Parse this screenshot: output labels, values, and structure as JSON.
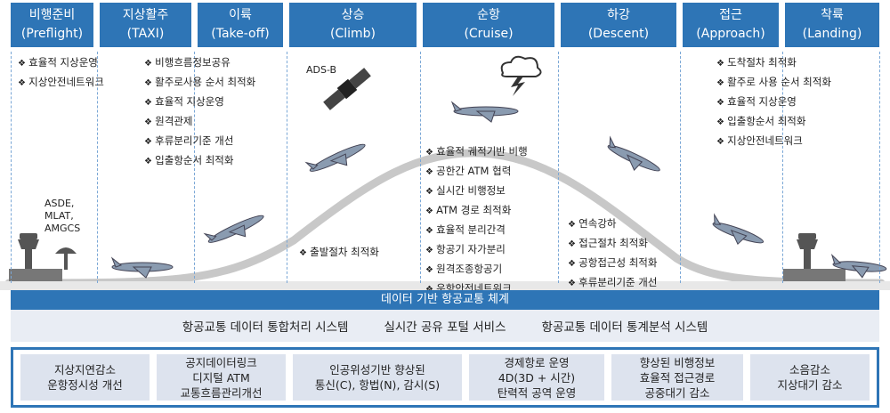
{
  "phases": [
    {
      "ko": "비행준비",
      "en": "(Preflight)"
    },
    {
      "ko": "지상활주",
      "en": "(TAXI)"
    },
    {
      "ko": "이륙",
      "en": "(Take-off)"
    },
    {
      "ko": "상승",
      "en": "(Climb)"
    },
    {
      "ko": "순항",
      "en": "(Cruise)"
    },
    {
      "ko": "하강",
      "en": "(Descent)"
    },
    {
      "ko": "접근",
      "en": "(Approach)"
    },
    {
      "ko": "착륙",
      "en": "(Landing)"
    }
  ],
  "features": {
    "preflight": [
      "효율적 지상운영",
      "지상안전네트워크"
    ],
    "taxi": [
      "비행흐름정보공유",
      "활주로사용 순서 최적화",
      "효율적 지상운영",
      "원격관제",
      "후류분리기준 개선",
      "입출항순서 최적화"
    ],
    "climb": [
      "출발절차 최적화"
    ],
    "cruise": [
      "효율적 궤적기반 비행",
      "공한간 ATM 협력",
      "실시간 비행정보",
      "ATM 경로 최적화",
      "효율적 분리간격",
      "항공기 자가분리",
      "원격조종항공기",
      "운항안전네트워크"
    ],
    "descent": [
      "연속강하",
      "접근절차 최적화",
      "공항접근성 최적화",
      "후류분리기준 개선"
    ],
    "approach": [
      "도착절차 최적화",
      "활주로 사용 순서 최적화",
      "효율적 지상운영",
      "입출항순서 최적화",
      "지상안전네트워크"
    ]
  },
  "labels": {
    "ads_b": "ADS-B",
    "ground_systems": [
      "ASDE,",
      "MLAT,",
      "AMGCS"
    ]
  },
  "band": "데이터 기반 항공교통 체계",
  "systems": [
    "항공교통 데이터 통합처리 시스템",
    "실시간 공유 포털 서비스",
    "항공교통 데이터 통계분석 시스템"
  ],
  "outcomes": [
    [
      "지상지연감소",
      "운항정시성 개선"
    ],
    [
      "공지데이터링크",
      "디지털 ATM",
      "교통흐름관리개선"
    ],
    [
      "인공위성기반 향상된",
      "통신(C), 항법(N), 감시(S)"
    ],
    [
      "경제항로 운영",
      "4D(3D + 시간)",
      "탄력적 공역 운영"
    ],
    [
      "향상된 비행정보",
      "효율적 접근경로",
      "공중대기 감소"
    ],
    [
      "소음감소",
      "지상대기 감소"
    ]
  ],
  "colors": {
    "accent": "#2e75b6",
    "light": "#dde3ee",
    "curve": "#c8c8c8"
  },
  "icons": [
    "control-tower-icon",
    "radar-dish-icon",
    "satellite-icon",
    "storm-cloud-icon",
    "airplane-icon"
  ]
}
